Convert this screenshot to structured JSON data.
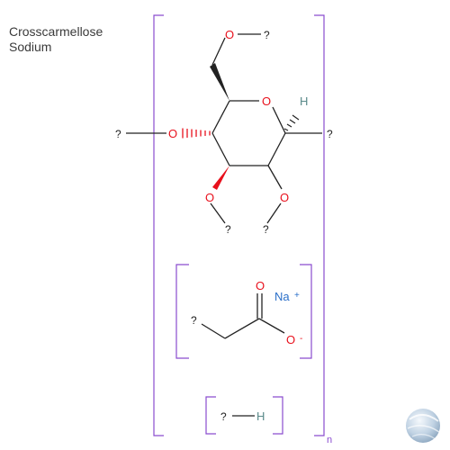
{
  "compound": {
    "name_line1": "Crosscarmellose",
    "name_line2": "Sodium"
  },
  "colors": {
    "bond": "#222222",
    "oxygen": "#e8101c",
    "sodium": "#2a6fc9",
    "hydrogen": "#5a8a8a",
    "bracket": "#8a4ccf",
    "text": "#3a3a3a"
  },
  "atoms": {
    "o_ring": "O",
    "o6": "O",
    "o4": "O",
    "o3": "O",
    "o2": "O",
    "h_anomeric": "H",
    "carbonyl_o": "O",
    "carboxylate_o": "O",
    "carboxylate_charge": "-",
    "sodium": "Na",
    "sodium_charge": "+",
    "hydrogen": "H"
  },
  "attachments": {
    "r6": "?",
    "r4_left": "?",
    "r1_right": "?",
    "r3": "?",
    "r2": "?",
    "r_acetate": "?",
    "r_hydrogen": "?"
  },
  "polymer": {
    "repeat_label": "n"
  },
  "logo": {
    "icon": "sphere-logo-icon"
  }
}
